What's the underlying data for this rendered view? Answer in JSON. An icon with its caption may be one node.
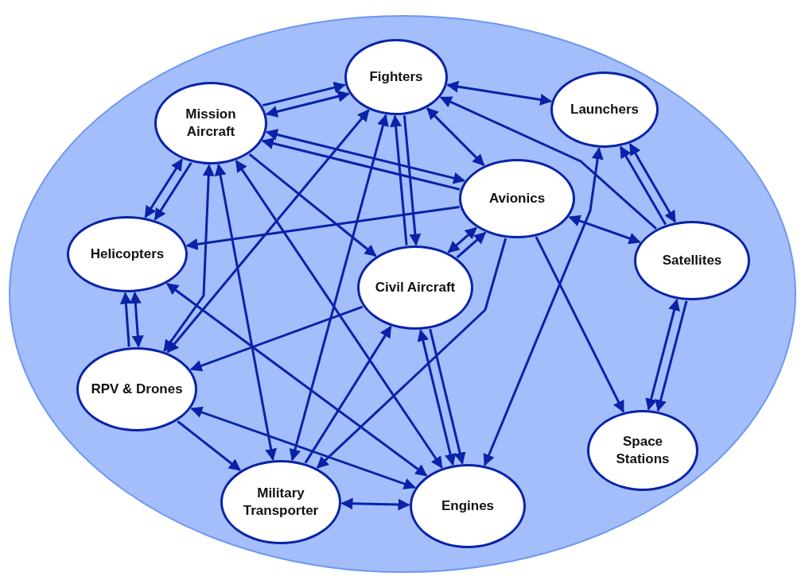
{
  "diagram": {
    "nodes": [
      {
        "text": [
          "Fighters"
        ]
      },
      {
        "text": [
          "Mission Aircraft"
        ]
      },
      {
        "text": [
          "Launchers"
        ]
      },
      {
        "text": [
          "Avionics"
        ]
      },
      {
        "text": [
          "Helicopters"
        ]
      },
      {
        "text": [
          "Civil Aircraft"
        ]
      },
      {
        "text": [
          "Satellites"
        ]
      },
      {
        "text": [
          "RPV & Drones"
        ]
      },
      {
        "text": [
          "Space Stations"
        ]
      },
      {
        "text": [
          "Military Transporter"
        ]
      },
      {
        "text": [
          "Engines"
        ]
      }
    ],
    "edges": [
      {
        "from": 1,
        "to": 0,
        "arrow": "both"
      },
      {
        "from": 1,
        "to": 0,
        "arrow": "to"
      },
      {
        "from": 0,
        "to": 2,
        "arrow": "both"
      },
      {
        "from": 0,
        "to": 3,
        "arrow": "both"
      },
      {
        "from": 6,
        "to": 0,
        "arrow": "to"
      },
      {
        "from": 2,
        "to": 6,
        "arrow": "both"
      },
      {
        "from": 1,
        "to": 3,
        "arrow": "both"
      },
      {
        "from": 3,
        "to": 1,
        "arrow": "to"
      },
      {
        "from": 3,
        "to": 4,
        "arrow": "to"
      },
      {
        "from": 1,
        "to": 4,
        "arrow": "to"
      },
      {
        "from": 4,
        "to": 1,
        "arrow": "both"
      },
      {
        "from": 4,
        "to": 7,
        "arrow": "both"
      },
      {
        "from": 7,
        "to": 4,
        "arrow": "to"
      },
      {
        "from": 1,
        "to": 7,
        "arrow": "both"
      },
      {
        "from": 1,
        "to": 9,
        "arrow": "both"
      },
      {
        "from": 1,
        "to": 10,
        "arrow": "both"
      },
      {
        "from": 1,
        "to": 5,
        "arrow": "to"
      },
      {
        "from": 0,
        "to": 7,
        "arrow": "both"
      },
      {
        "from": 9,
        "to": 0,
        "arrow": "both"
      },
      {
        "from": 0,
        "to": 5,
        "arrow": "to"
      },
      {
        "from": 5,
        "to": 0,
        "arrow": "to"
      },
      {
        "from": 5,
        "to": 3,
        "arrow": "to"
      },
      {
        "from": 5,
        "to": 3,
        "arrow": "both"
      },
      {
        "from": 5,
        "to": 7,
        "arrow": "to"
      },
      {
        "from": 9,
        "to": 5,
        "arrow": "to"
      },
      {
        "from": 3,
        "to": 9,
        "arrow": "to"
      },
      {
        "from": 4,
        "to": 10,
        "arrow": "both"
      },
      {
        "from": 7,
        "to": 10,
        "arrow": "both"
      },
      {
        "from": 7,
        "to": 9,
        "arrow": "to"
      },
      {
        "from": 9,
        "to": 10,
        "arrow": "both"
      },
      {
        "from": 5,
        "to": 10,
        "arrow": "to"
      },
      {
        "from": 5,
        "to": 10,
        "arrow": "both"
      },
      {
        "from": 2,
        "to": 10,
        "arrow": "both"
      },
      {
        "from": 6,
        "to": 2,
        "arrow": "to"
      },
      {
        "from": 3,
        "to": 6,
        "arrow": "both"
      },
      {
        "from": 3,
        "to": 8,
        "arrow": "to"
      },
      {
        "from": 6,
        "to": 8,
        "arrow": "to"
      },
      {
        "from": 6,
        "to": 8,
        "arrow": "both"
      }
    ]
  }
}
